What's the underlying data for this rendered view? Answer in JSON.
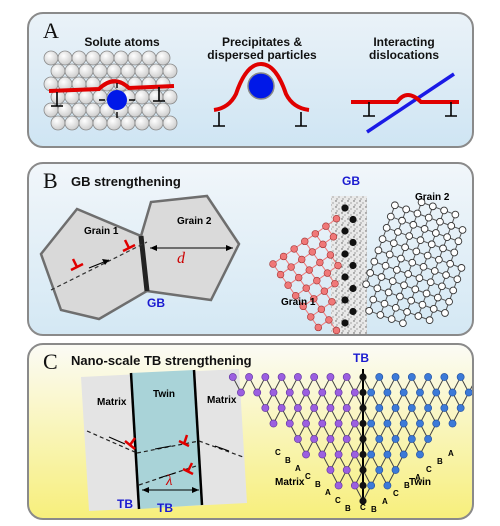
{
  "panel_a": {
    "letter": "A",
    "label_solute": "Solute atoms",
    "label_precip_line1": "Precipitates &",
    "label_precip_line2": "dispersed particles",
    "label_disl_line1": "Interacting",
    "label_disl_line2": "dislocations"
  },
  "panel_b": {
    "letter": "B",
    "title": "GB strengthening",
    "grain1": "Grain 1",
    "grain2": "Grain 2",
    "d": "d",
    "gb": "GB",
    "gb_top": "GB",
    "lattice_grain1": "Grain 1",
    "lattice_grain2": "Grain 2"
  },
  "panel_c": {
    "letter": "C",
    "title": "Nano-scale TB strengthening",
    "matrix_left": "Matrix",
    "twin": "Twin",
    "matrix_right": "Matrix",
    "lambda": "λ",
    "tb_left": "TB",
    "tb_bottom": "TB",
    "tb_top": "TB",
    "lattice_matrix": "Matrix",
    "lattice_twin": "Twin",
    "stacking_left": [
      "C",
      "B",
      "A",
      "C",
      "B",
      "A",
      "C",
      "B"
    ],
    "stacking_right": [
      "B",
      "A",
      "C",
      "B",
      "A",
      "C",
      "B",
      "A"
    ],
    "stacking_bottom": "C"
  },
  "colors": {
    "dislocation_red": "#e00000",
    "particle_blue": "#0018e8",
    "gb_text_blue": "#1a1ad0",
    "grain1_atoms": "#f07878",
    "matrix_atoms": "#9b5fe0",
    "twin_atoms": "#3c7ad8"
  }
}
